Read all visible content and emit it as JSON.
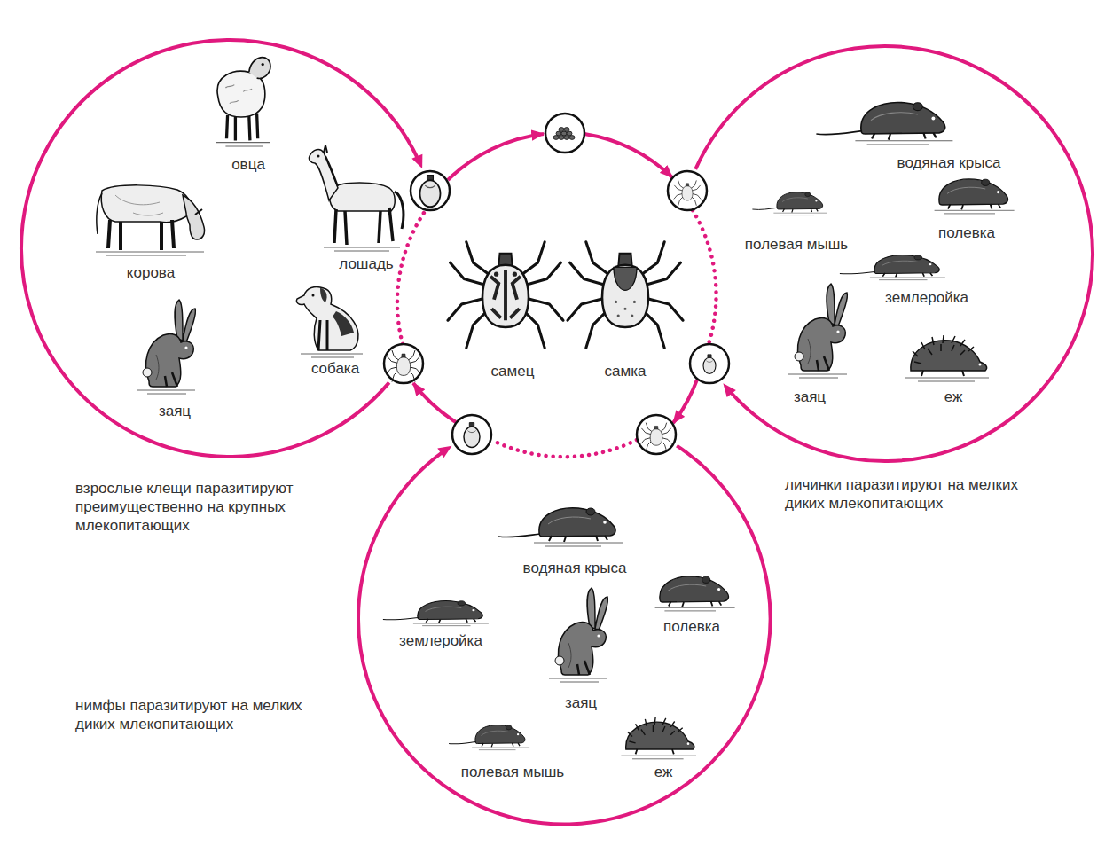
{
  "diagram": {
    "nodes": [
      {
        "text": [
          "овца",
          "корова",
          "лошадь",
          "собака",
          "заяц",
          "взрослые клещи паразитируют преимущественно на крупных млекопитающих"
        ]
      },
      {
        "text": [
          "водяная крыса",
          "полевая мышь",
          "полевка",
          "землеройка",
          "заяц",
          "еж",
          "личинки паразитируют на мелких диких млекопитающих"
        ]
      },
      {
        "text": [
          "водяная крыса",
          "землеройка",
          "полевка",
          "заяц",
          "полевая мышь",
          "еж",
          "нимфы паразитируют на мелких диких млекопитающих"
        ]
      }
    ],
    "labels": [
      "самец",
      "самка"
    ]
  }
}
